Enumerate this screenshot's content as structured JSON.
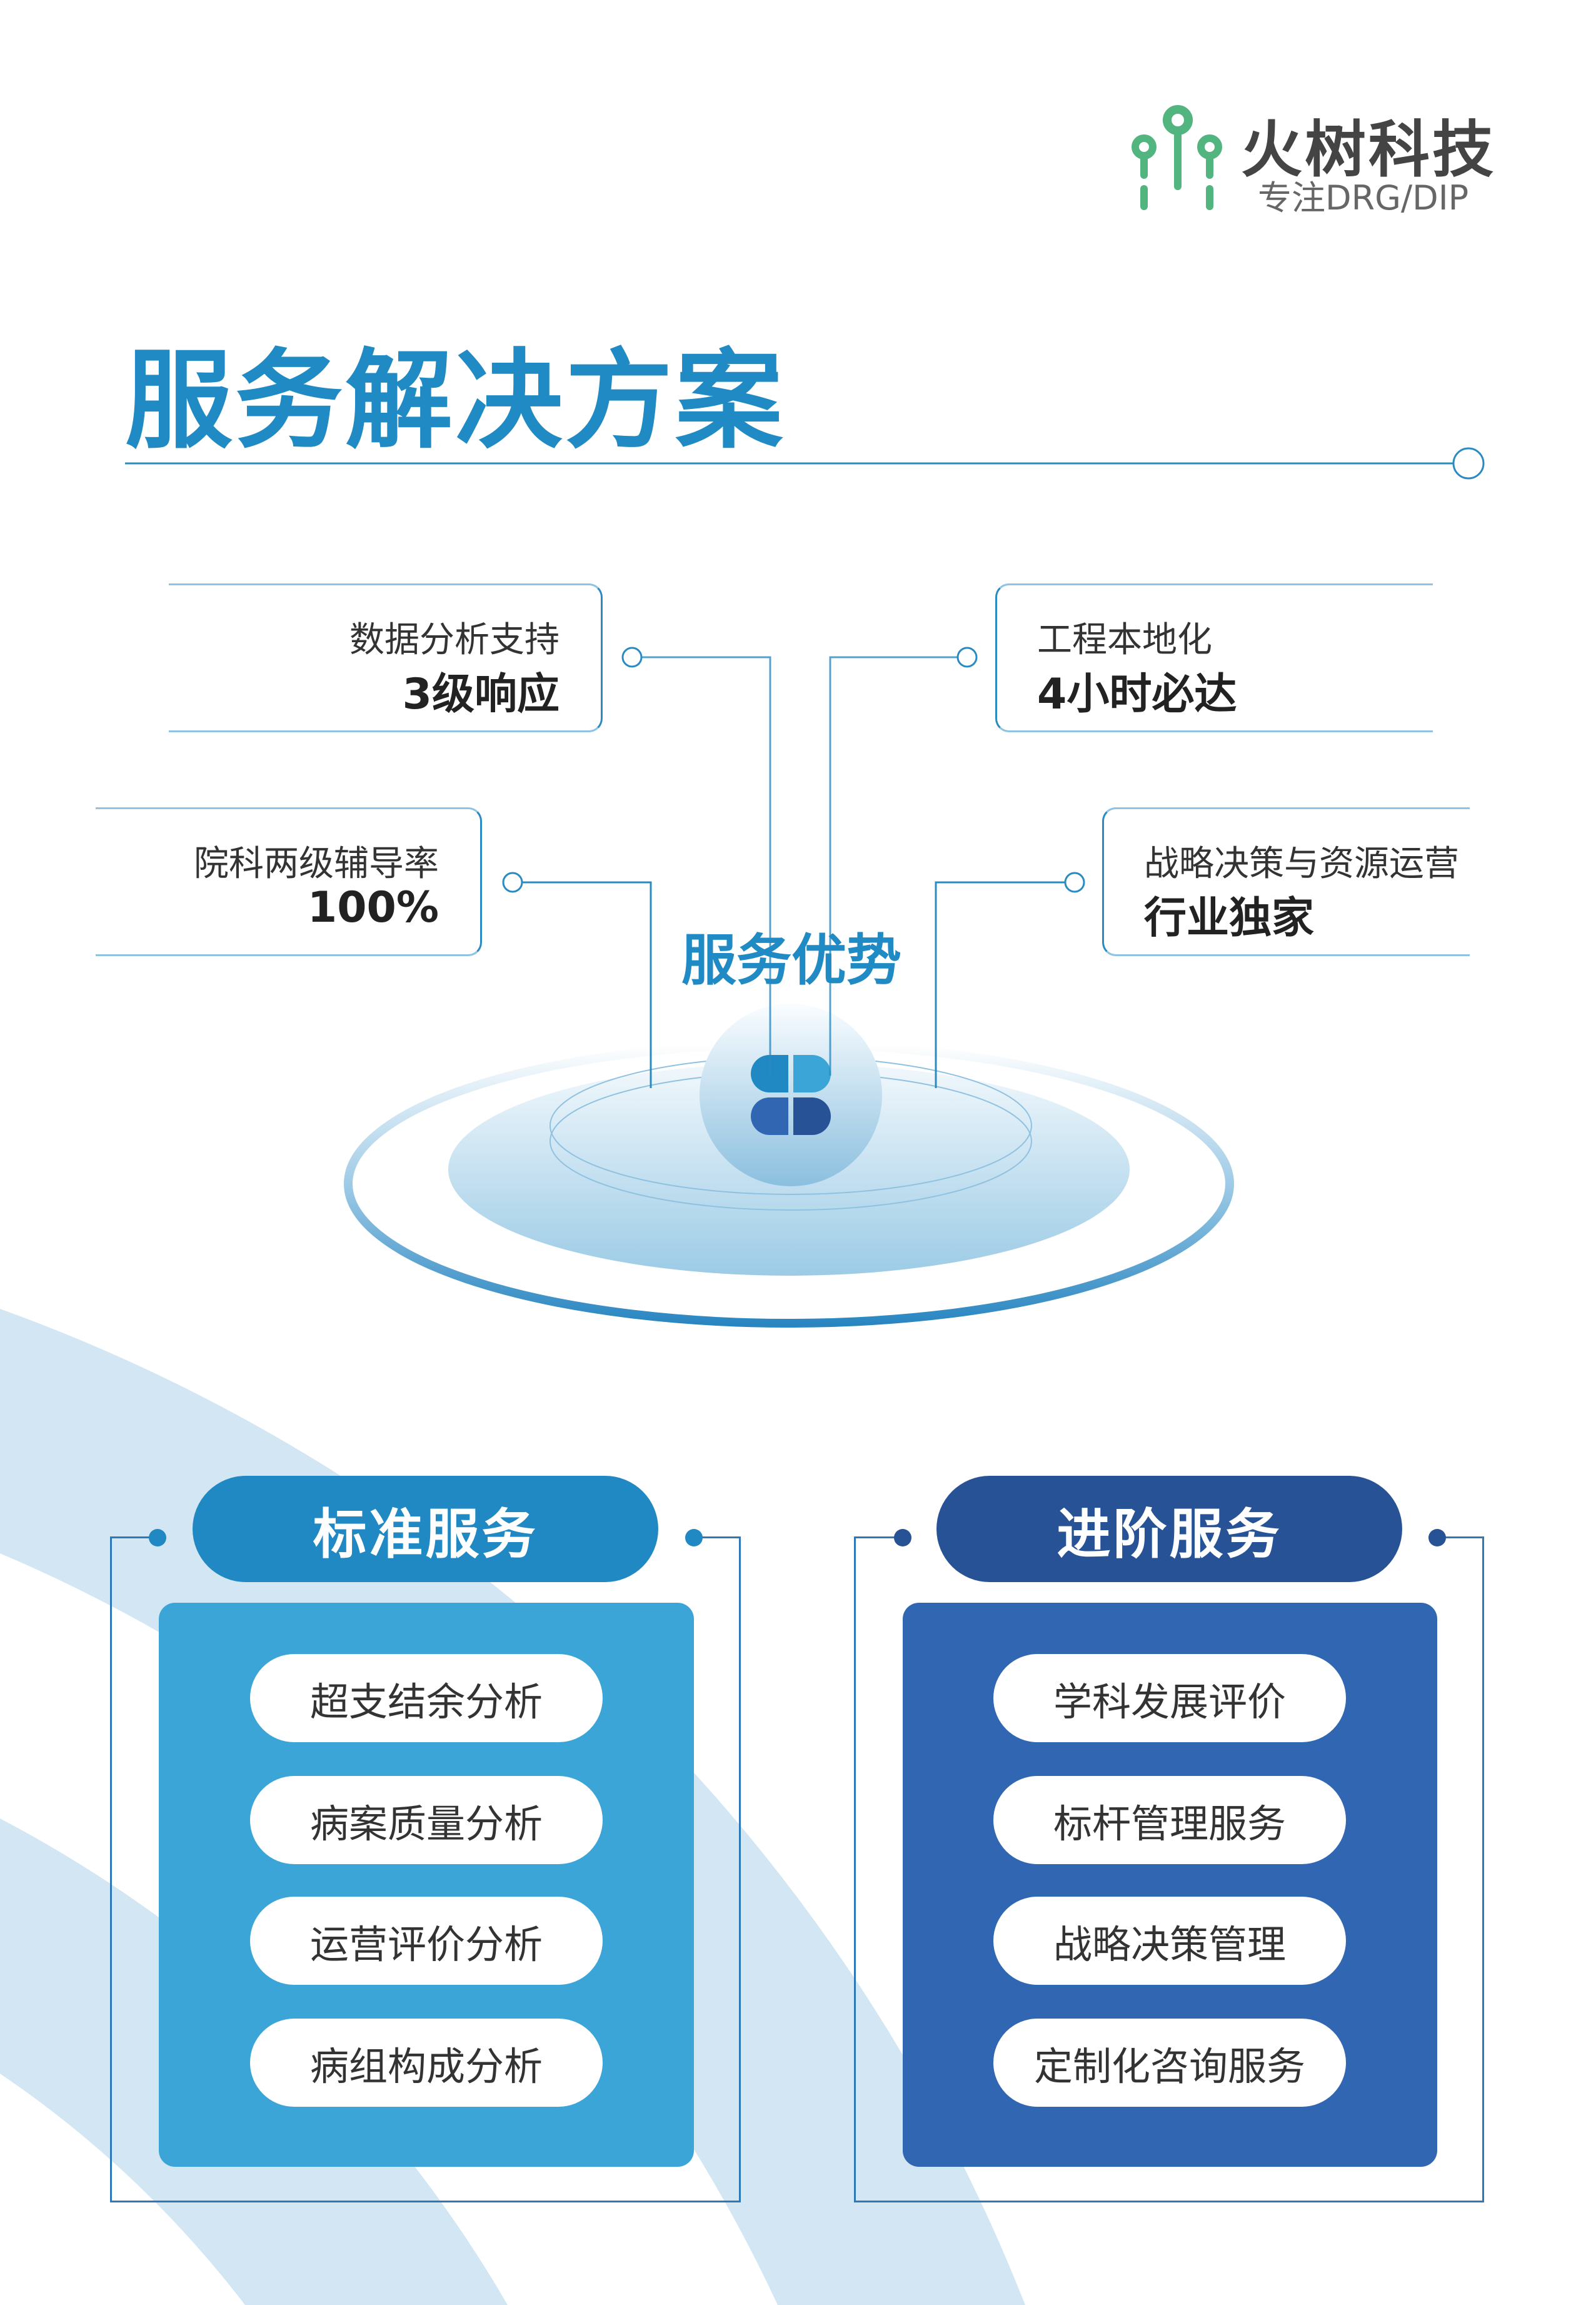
{
  "brand": {
    "name": "火树科技",
    "tagline": "专注DRG/DIP"
  },
  "title": "服务解决方案",
  "advantages": {
    "center_title": "服务优势",
    "items": [
      {
        "label": "数据分析支持",
        "value": "3级响应"
      },
      {
        "label": "工程本地化",
        "value": "4小时必达"
      },
      {
        "label": "院科两级辅导率",
        "value": "100%"
      },
      {
        "label": "战略决策与资源运营",
        "value": "行业独家"
      }
    ]
  },
  "standard": {
    "title": "标准服务",
    "items": [
      "超支结余分析",
      "病案质量分析",
      "运营评价分析",
      "病组构成分析"
    ]
  },
  "advanced": {
    "title": "进阶服务",
    "items": [
      "学科发展评价",
      "标杆管理服务",
      "战略决策管理",
      "定制化咨询服务"
    ]
  },
  "colors": {
    "primary": "#1f8ac3",
    "standard": "#3ba5d7",
    "advanced": "#3066b2",
    "advanced_head": "#275396",
    "logo_green": "#52b47f",
    "arc": "#d3e6f3"
  }
}
